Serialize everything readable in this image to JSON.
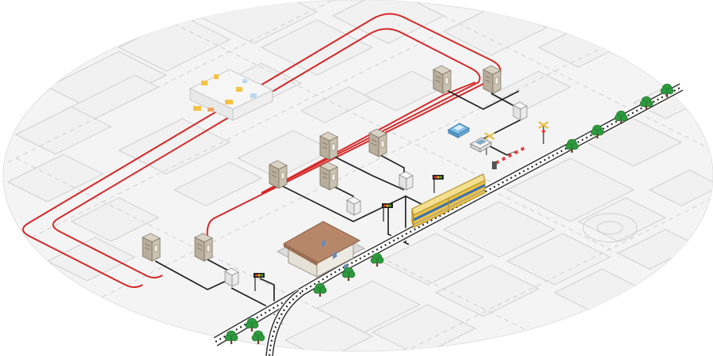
{
  "colors": {
    "fiber_line": "#d62828",
    "control_link": "#1a1a1a",
    "train_body": "#e8c14a",
    "train_window": "#3b6fb0",
    "station_roof": "#b7876a",
    "tree": "#2e9a3e",
    "ground": "#f1f1f1",
    "car_blue": "#7fbde6",
    "barrier": "#e04040",
    "traffic_red": "#e53935",
    "traffic_amber": "#f5b800",
    "traffic_green": "#43a047"
  },
  "icons": [
    "control-center-office",
    "roadside-cabinet",
    "junction-box",
    "traffic-signal",
    "railway-track",
    "passenger-train",
    "railway-station",
    "level-crossing-barrier",
    "level-crossing-warning-sign",
    "car",
    "tree"
  ]
}
